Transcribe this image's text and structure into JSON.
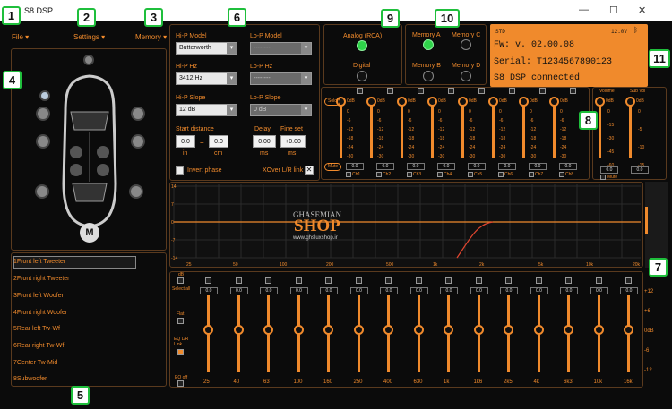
{
  "window": {
    "title": "S8 DSP",
    "minimize": "—",
    "maximize": "☐",
    "close": "✕"
  },
  "badges": [
    "1",
    "2",
    "3",
    "4",
    "5",
    "6",
    "7",
    "8",
    "9",
    "10",
    "11"
  ],
  "menus": {
    "file": "File",
    "settings": "Settings",
    "memory": "Memory"
  },
  "crossover": {
    "hip_model_label": "Hi-P Model",
    "hip_model": "Butterworth",
    "lop_model_label": "Lo-P Model",
    "lop_model": "--------",
    "hip_hz_label": "Hi-P Hz",
    "hip_hz": "3412 Hz",
    "lop_hz_label": "Lo-P Hz",
    "lop_hz": "--------",
    "hip_slope_label": "Hi-P Slope",
    "hip_slope": "12 dB",
    "lop_slope_label": "Lo-P Slope",
    "lop_slope": "0 dB",
    "start_distance_label": "Start distance",
    "distance_in": "0.0",
    "distance_cm": "0.0",
    "in_label": "in",
    "cm_label": "cm",
    "delay_label": "Delay",
    "delay_ms": "0.00",
    "fine_set_label": "Fine set",
    "fine_set": "+0.00",
    "ms_label": "ms",
    "invert_phase": "Invert phase",
    "xover_link": "XOver L/R link"
  },
  "input": {
    "analog": "Analog (RCA)",
    "digital": "Digital"
  },
  "memory": {
    "a": "Memory A",
    "b": "Memory B",
    "c": "Memory C",
    "d": "Memory D"
  },
  "status": {
    "std": "STD",
    "voltage": "12.0V",
    "fw": "FW: v. 02.00.08",
    "serial": "Serial: T1234567890123",
    "connected": "S8 DSP connected"
  },
  "channels": {
    "solo": "Solo",
    "mute": "Mute",
    "value": "0dB",
    "scale": [
      "0",
      "-6",
      "-12",
      "-18",
      "-24",
      "-30"
    ],
    "readout": "0.0",
    "names": [
      "Ch1",
      "Ch2",
      "Ch3",
      "Ch4",
      "Ch5",
      "Ch6",
      "Ch7",
      "Ch8"
    ]
  },
  "master": {
    "volume": "Volume",
    "subvol": "Sub Vol",
    "vol_val": "0dB",
    "sub_val": "0dB",
    "vol_scale": [
      "0",
      "-15",
      "-30",
      "-45",
      "-60"
    ],
    "sub_scale": [
      "0",
      "-5",
      "-10",
      "-15"
    ],
    "readout": "0.0",
    "mute": "Mute"
  },
  "graph": {
    "y_ticks": [
      "14",
      "7",
      "0",
      "-7",
      "-14"
    ],
    "x_ticks": [
      "25",
      "50",
      "100",
      "200",
      "500",
      "1k",
      "2k",
      "5k",
      "10k",
      "20k"
    ],
    "watermark1": "GHASEMIAN",
    "watermark2": "SHOP",
    "watermark3": "www.ghsluxshop.ir"
  },
  "outputs": [
    "1Front left Tweeter",
    "2Front right Tweeter",
    "3Front left Woofer",
    "4Front right Woofer",
    "5Rear left Tw-Wf",
    "6Rear right Tw-Wf",
    "7Center Tw-Mid",
    "8Subwoofer"
  ],
  "eq": {
    "db": "dB",
    "select_all": "Select all",
    "flat": "Flat",
    "eq_link": "EQ L/R Link",
    "eq_off": "EQ off",
    "bands": [
      "25",
      "40",
      "63",
      "100",
      "160",
      "250",
      "400",
      "630",
      "1k",
      "1k6",
      "2k5",
      "4k",
      "6k3",
      "10k",
      "16k"
    ],
    "scale": [
      "+12",
      "+6",
      "0dB",
      "-6",
      "-12"
    ],
    "readout": "0.0"
  },
  "car": {
    "m": "M"
  }
}
